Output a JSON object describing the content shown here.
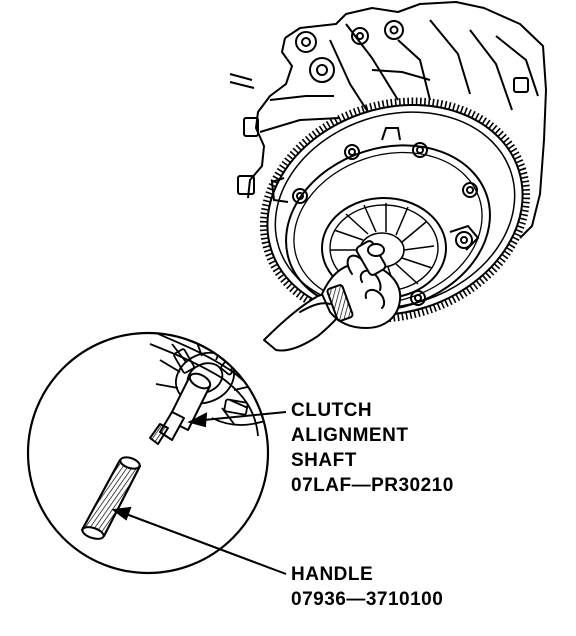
{
  "callouts": {
    "alignment_shaft": {
      "line1": "CLUTCH",
      "line2": "ALIGNMENT",
      "line3": "SHAFT",
      "part_number": "07LAF—PR30210"
    },
    "handle": {
      "line1": "HANDLE",
      "part_number": "07936—3710100"
    }
  },
  "colors": {
    "ink": "#000000",
    "paper": "#ffffff"
  }
}
